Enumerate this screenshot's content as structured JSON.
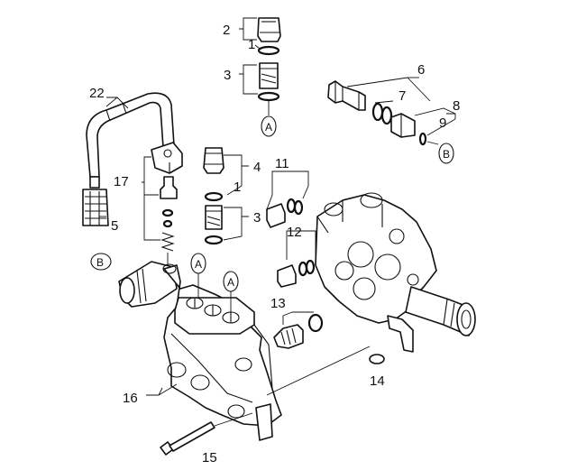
{
  "callouts": [
    {
      "id": "c2",
      "text": "2"
    },
    {
      "id": "c1a",
      "text": "1"
    },
    {
      "id": "c3a",
      "text": "3"
    },
    {
      "id": "c6",
      "text": "6"
    },
    {
      "id": "c7",
      "text": "7"
    },
    {
      "id": "c8",
      "text": "8"
    },
    {
      "id": "c9",
      "text": "9"
    },
    {
      "id": "c22",
      "text": "22"
    },
    {
      "id": "c17",
      "text": "17"
    },
    {
      "id": "c4",
      "text": "4"
    },
    {
      "id": "c1b",
      "text": "1"
    },
    {
      "id": "c3b",
      "text": "3"
    },
    {
      "id": "c11",
      "text": "11"
    },
    {
      "id": "c5",
      "text": "5"
    },
    {
      "id": "c12",
      "text": "12"
    },
    {
      "id": "c13",
      "text": "13"
    },
    {
      "id": "c14",
      "text": "14"
    },
    {
      "id": "c16",
      "text": "16"
    },
    {
      "id": "c15",
      "text": "15"
    }
  ],
  "refs": [
    {
      "id": "refA1",
      "text": "A"
    },
    {
      "id": "refB1",
      "text": "B"
    },
    {
      "id": "refB2",
      "text": "B"
    },
    {
      "id": "refA2",
      "text": "A"
    },
    {
      "id": "refA3",
      "text": "A"
    }
  ]
}
